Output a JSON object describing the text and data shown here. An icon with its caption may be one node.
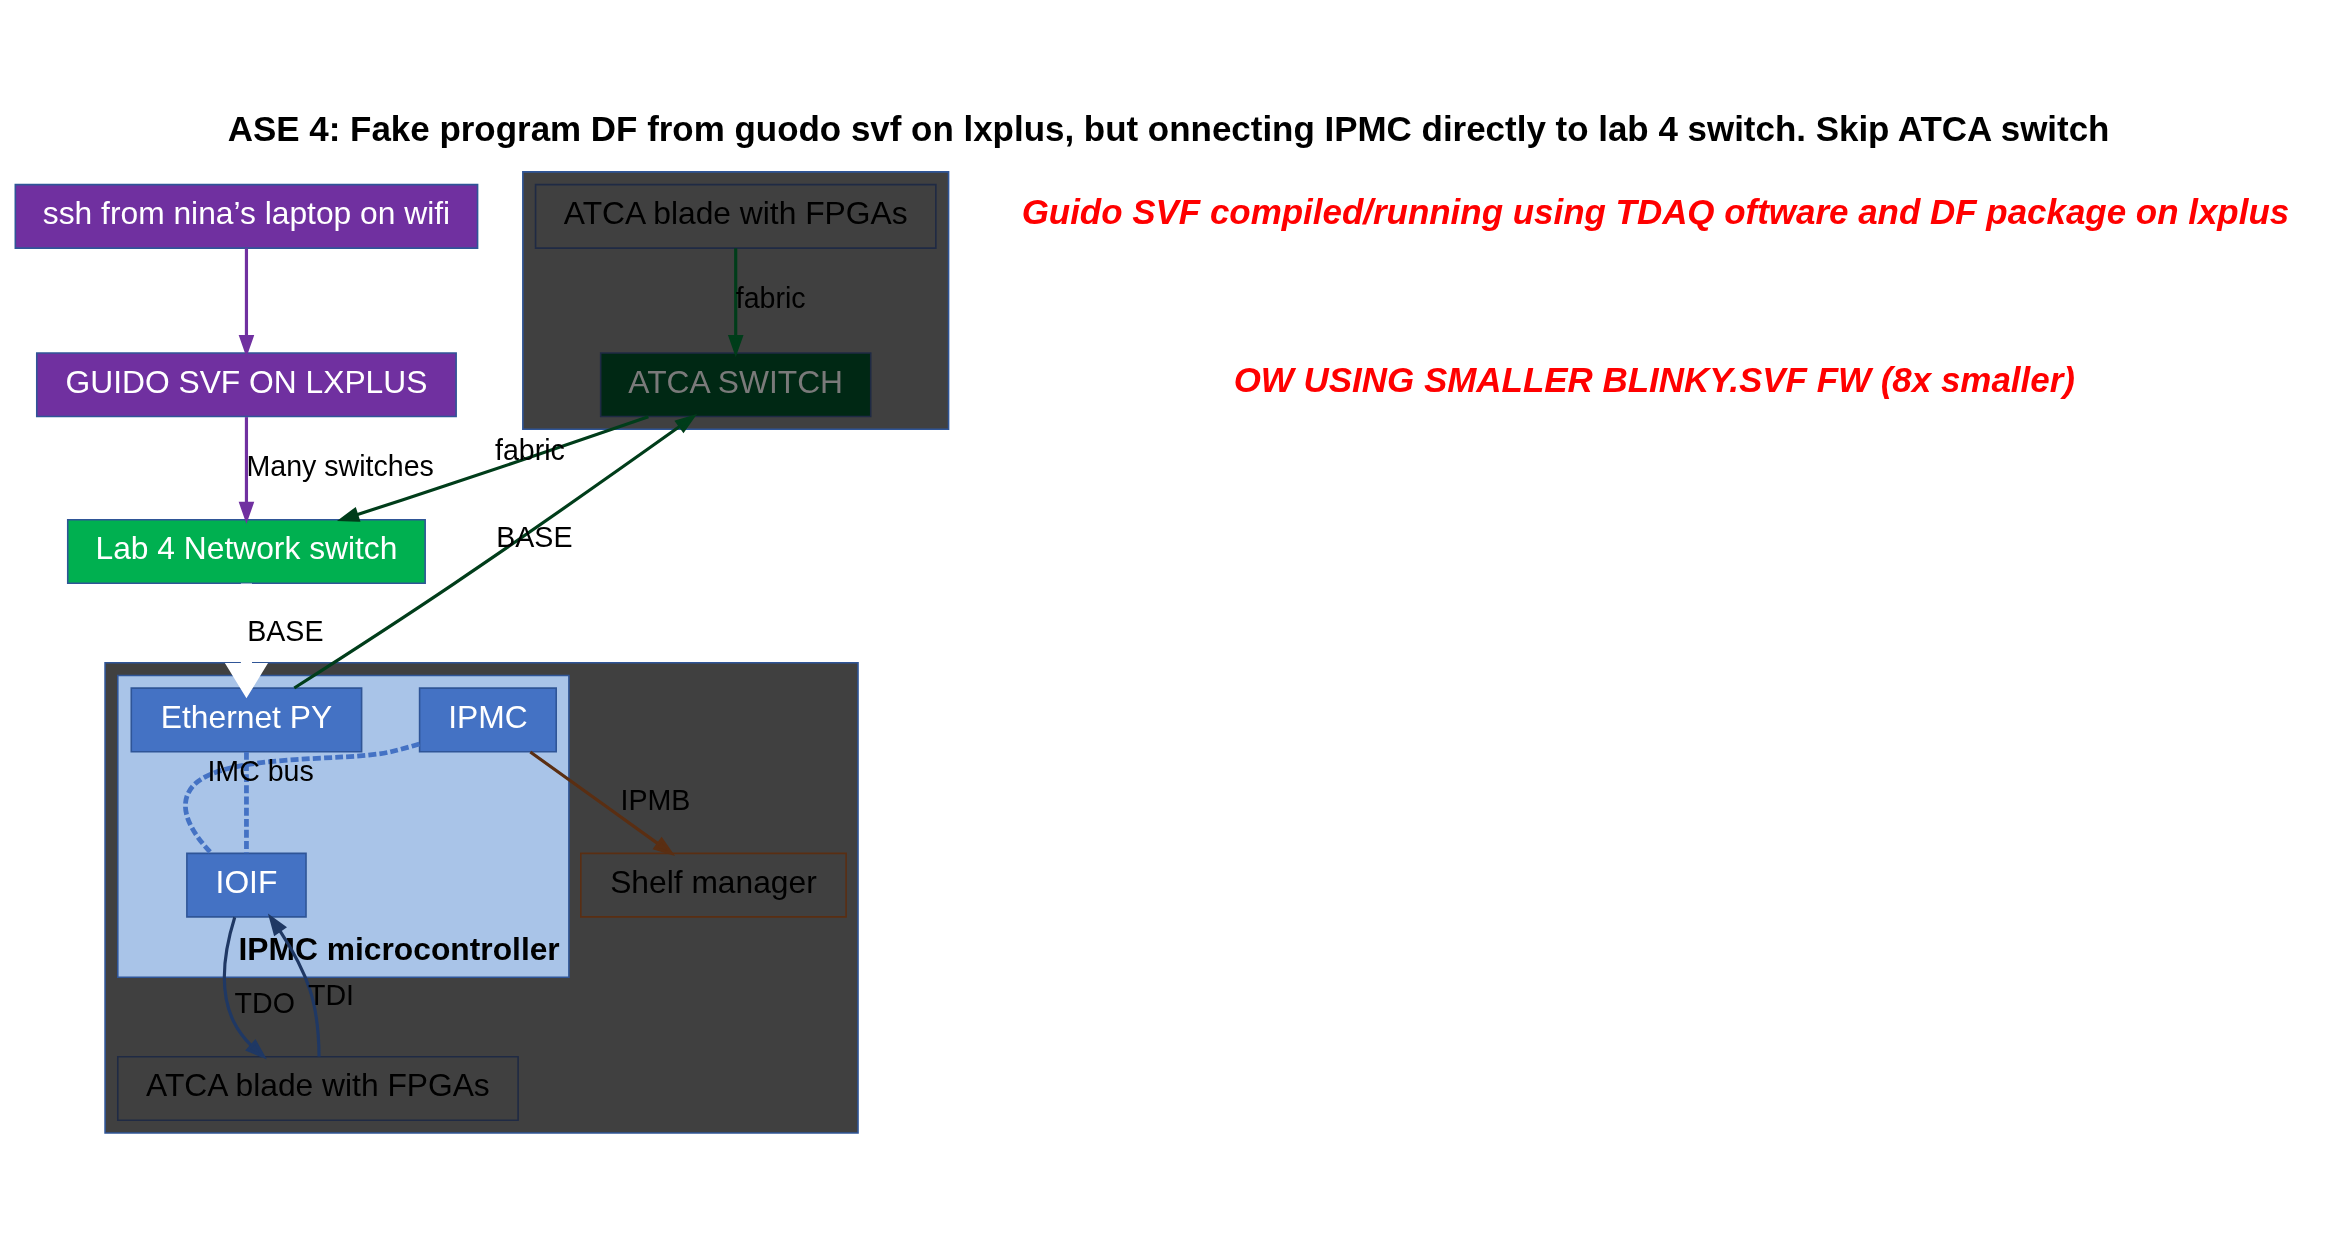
{
  "diagram": {
    "title": "ASE 4: Fake program DF from guodo svf on lxplus, but onnecting IPMC directly to lab 4 switch. Skip ATCA switch",
    "nodes": [
      {
        "text": [
          "ssh from nina’s laptop on wifi"
        ]
      },
      {
        "text": [
          "GUIDO SVF ON LXPLUS"
        ]
      },
      {
        "text": [
          "Lab 4 Network switch"
        ]
      },
      {
        "text": [],
        "shape": "box"
      },
      {
        "text": [
          "ATCA blade with FPGAs"
        ],
        "in": 3
      },
      {
        "text": [
          "ATCA SWITCH"
        ],
        "in": 3
      },
      {
        "text": [],
        "shape": "box"
      },
      {
        "text": [
          "IPMC microcontroller"
        ],
        "in": 6
      },
      {
        "text": [
          "Ethernet PY"
        ],
        "in": 7
      },
      {
        "text": [
          "IPMC"
        ],
        "in": 7
      },
      {
        "text": [
          "IOIF"
        ],
        "in": 7
      },
      {
        "text": [
          "Shelf manager"
        ],
        "in": 6
      },
      {
        "text": [
          "ATCA blade with FPGAs"
        ],
        "in": 6
      }
    ],
    "edges": [
      {
        "from": 0,
        "to": 1,
        "arrow": "to",
        "color": "#7030a0"
      },
      {
        "from": 1,
        "to": 2,
        "arrow": "to",
        "label": "Many switches",
        "color": "#7030a0"
      },
      {
        "from": 4,
        "to": 5,
        "arrow": "to",
        "label": "fabric",
        "color": "#003d1a"
      },
      {
        "from": 5,
        "to": 2,
        "arrow": "to",
        "label": "fabric",
        "color": "#003d1a"
      },
      {
        "from": 2,
        "to": 8,
        "arrow": "to",
        "label": "BASE",
        "style": "thick",
        "color": "#ffffff"
      },
      {
        "from": 8,
        "to": 5,
        "arrow": "to",
        "label": "BASE",
        "color": "#003d1a"
      },
      {
        "from": 8,
        "to": 10,
        "arrow": "none",
        "style": "dashed",
        "color": "#4472c4"
      },
      {
        "from": 9,
        "to": 10,
        "arrow": "none",
        "label": "IMC bus",
        "style": "dashed",
        "color": "#4472c4"
      },
      {
        "from": 9,
        "to": 11,
        "arrow": "to",
        "label": "IPMB",
        "color": "#5a2e12"
      },
      {
        "from": 12,
        "to": 10,
        "arrow": "to",
        "label": "TDI",
        "color": "#1f3864"
      },
      {
        "from": 10,
        "to": 12,
        "arrow": "to",
        "label": "TDO",
        "color": "#1f3864"
      }
    ],
    "labels": [
      "Guido SVF compiled/running using TDAQ oftware and DF package on lxplus",
      "OW USING SMALLER BLINKY.SVF FW (8x smaller)"
    ]
  }
}
